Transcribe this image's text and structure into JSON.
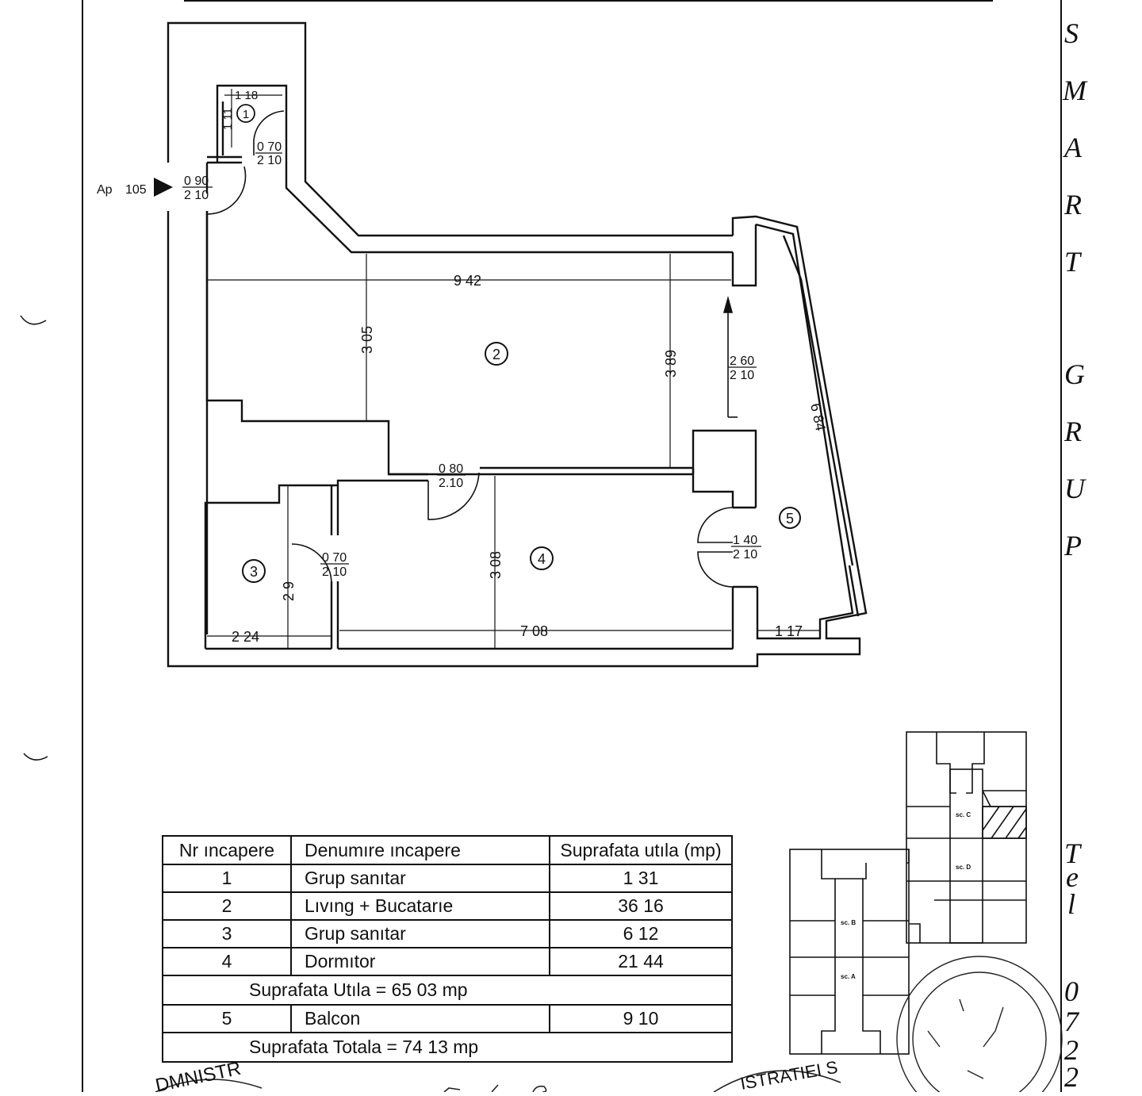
{
  "plan": {
    "apartment_label": "Ap",
    "apartment_number": "105",
    "rooms": [
      {
        "marker": "1"
      },
      {
        "marker": "2"
      },
      {
        "marker": "3"
      },
      {
        "marker": "4"
      },
      {
        "marker": "5"
      }
    ],
    "dimensions": {
      "d_1_18": "1 18",
      "d_1_11": "1 11",
      "d_9_42": "9 42",
      "d_3_05": "3 05",
      "d_3_89": "3 89",
      "d_6_84": "6 84",
      "d_2_9": "2 9",
      "d_3_08": "3 08",
      "d_2_24": "2 24",
      "d_7_08": "7 08",
      "d_1_17": "1 17"
    },
    "doors": [
      {
        "width": "0 70",
        "height": "2 10"
      },
      {
        "width": "0 90",
        "height": "2 10"
      },
      {
        "width": "0 80",
        "height": "2.10"
      },
      {
        "width": "0 70",
        "height": "2 10"
      },
      {
        "width": "1 40",
        "height": "2 10"
      },
      {
        "width": "2 60",
        "height": "2 10"
      }
    ]
  },
  "sidebar": {
    "company_letters": [
      "S",
      "M",
      "A",
      "R",
      "T",
      "G",
      "R",
      "U",
      "P"
    ],
    "tel_letters": [
      "T",
      "e",
      "l"
    ],
    "phone_digits": [
      "0",
      "7",
      "2",
      "2"
    ]
  },
  "key_plan": {
    "sections": [
      "sc. C",
      "sc. D",
      "sc. B",
      "sc. A"
    ]
  },
  "table": {
    "headers": [
      "Nr ıncapere",
      "Denumıre ıncapere",
      "Suprafata utıla (mp)"
    ],
    "rows": [
      {
        "nr": "1",
        "name": "Grup sanıtar",
        "area": "1 31"
      },
      {
        "nr": "2",
        "name": "Lıvıng + Bucatarıe",
        "area": "36 16"
      },
      {
        "nr": "3",
        "name": "Grup sanıtar",
        "area": "6 12"
      },
      {
        "nr": "4",
        "name": "Dormıtor",
        "area": "21 44"
      }
    ],
    "useful_total": "Suprafata Utıla =  65 03 mp",
    "balcony_row": {
      "nr": "5",
      "name": "Balcon",
      "area": "9 10"
    },
    "grand_total": "Suprafata Totala =  74 13 mp"
  },
  "stamps": {
    "left_partial": "DMNISTR",
    "center_partial": "ISTRATIEI S"
  }
}
